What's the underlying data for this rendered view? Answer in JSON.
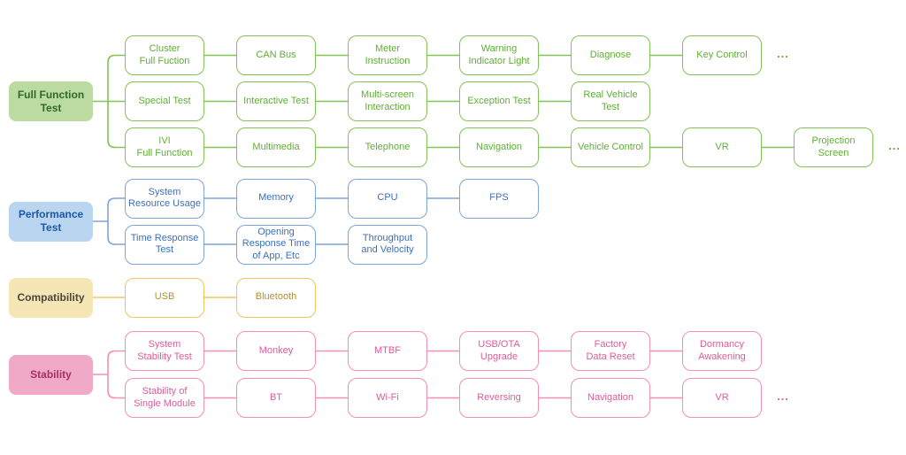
{
  "ellipsis": "...",
  "sections": [
    {
      "id": "full-function-test",
      "label": "Full Function\nTest",
      "colors": {
        "line": "#82C356",
        "text": "#5FAF35",
        "label_fill": "#BCDBA0",
        "label_text": "#2E6A25"
      },
      "rows": [
        {
          "nodes": [
            "Cluster\nFull Fuction",
            "CAN Bus",
            "Meter\nInstruction",
            "Warning\nIndicator Light",
            "Diagnose",
            "Key Control"
          ],
          "ellipsis": true
        },
        {
          "nodes": [
            "Special Test",
            "Interactive Test",
            "Multi-screen\nInteraction",
            "Exception Test",
            "Real Vehicle\nTest"
          ],
          "ellipsis": false
        },
        {
          "nodes": [
            "IVI\nFull Function",
            "Multimedia",
            "Telephone",
            "Navigation",
            "Vehicle Control",
            "VR",
            "Projection\nScreen"
          ],
          "ellipsis": true
        }
      ]
    },
    {
      "id": "performance-test",
      "label": "Performance\nTest",
      "colors": {
        "line": "#7EA4D9",
        "text": "#3A70C0",
        "label_fill": "#B9D5F0",
        "label_text": "#1C59A7"
      },
      "rows": [
        {
          "nodes": [
            "System\nResource Usage",
            "Memory",
            "CPU",
            "FPS"
          ],
          "ellipsis": false
        },
        {
          "nodes": [
            "Time Response\nTest",
            "Opening\nResponse Time\nof App, Etc",
            "Throughput\nand Velocity"
          ],
          "ellipsis": false
        }
      ]
    },
    {
      "id": "compatibility",
      "label": "Compatibility",
      "colors": {
        "line": "#F2C360",
        "text": "#B3912F",
        "label_fill": "#F6E6B6",
        "label_text": "#4C453B"
      },
      "rows": [
        {
          "nodes": [
            "USB",
            "Bluetooth"
          ],
          "ellipsis": false
        }
      ]
    },
    {
      "id": "stability",
      "label": "Stability",
      "colors": {
        "line": "#F48FB4",
        "text": "#E05A9B",
        "label_fill": "#F0A9C6",
        "label_text": "#A63166"
      },
      "rows": [
        {
          "nodes": [
            "System\nStability Test",
            "Monkey",
            "MTBF",
            "USB/OTA\nUpgrade",
            "Factory\nData Reset",
            "Dormancy\nAwakening"
          ],
          "ellipsis": false
        },
        {
          "nodes": [
            "Stability of\nSingle Module",
            "BT",
            "Wi-Fi",
            "Reversing",
            "Navigation",
            "VR"
          ],
          "ellipsis": true
        }
      ]
    }
  ]
}
